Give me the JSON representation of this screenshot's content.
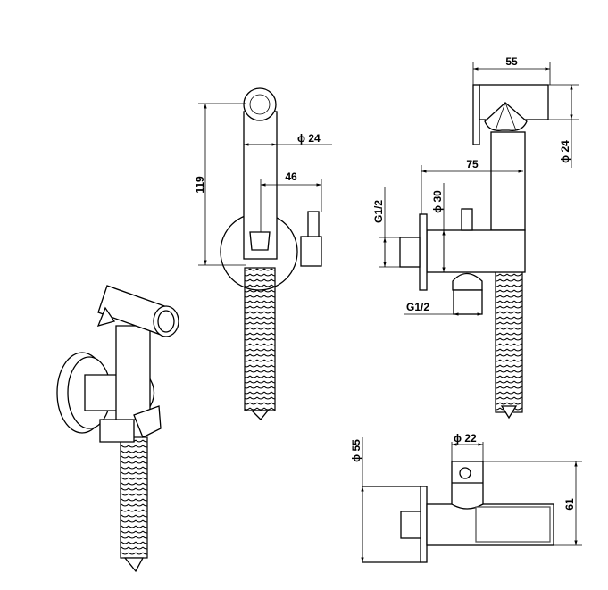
{
  "drawing": {
    "side_view": {
      "height": "119",
      "head_diameter": "ϕ 24",
      "depth": "46"
    },
    "right_view": {
      "head_length": "55",
      "head_diameter": "ϕ 24",
      "reach": "75",
      "body_diameter": "ϕ 30",
      "inlet_thread": "G1/2",
      "outlet_thread": "G1/2"
    },
    "top_view": {
      "rosette_diameter": "ϕ 55",
      "holder_diameter": "ϕ 22",
      "width": "61"
    }
  }
}
